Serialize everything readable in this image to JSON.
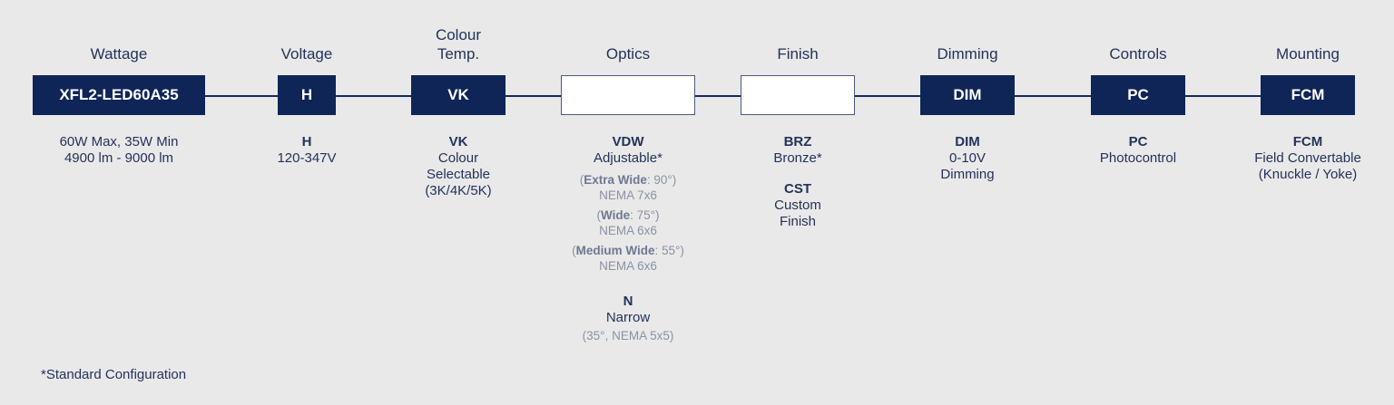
{
  "columns": [
    {
      "heading": "Wattage",
      "code": "XFL2-LED60A35",
      "options": [
        {
          "code": "",
          "text": "60W Max, 35W Min\n4900 lm  - 9000 lm"
        }
      ]
    },
    {
      "heading": "Voltage",
      "code": "H",
      "options": [
        {
          "code": "H",
          "text": "120-347V"
        }
      ]
    },
    {
      "heading": "Colour\nTemp.",
      "code": "VK",
      "options": [
        {
          "code": "VK",
          "text": "Colour\nSelectable\n(3K/4K/5K)"
        }
      ]
    },
    {
      "heading": "Optics",
      "code": "",
      "options": [
        {
          "code": "VDW",
          "text": "Adjustable*",
          "sub": [
            {
              "bold": "Extra Wide",
              "rest": ": 90°)",
              "nema": "NEMA 7x6"
            },
            {
              "bold": "Wide",
              "rest": ": 75°)",
              "nema": "NEMA 6x6"
            },
            {
              "bold": "Medium Wide",
              "rest": ": 55°)",
              "nema": "NEMA 6x6"
            }
          ]
        },
        {
          "code": "N",
          "text": "Narrow",
          "note": "(35°, NEMA 5x5)"
        }
      ]
    },
    {
      "heading": "Finish",
      "code": "",
      "options": [
        {
          "code": "BRZ",
          "text": "Bronze*"
        },
        {
          "code": "CST",
          "text": "Custom\nFinish"
        }
      ]
    },
    {
      "heading": "Dimming",
      "code": "DIM",
      "options": [
        {
          "code": "DIM",
          "text": "0-10V\nDimming"
        }
      ]
    },
    {
      "heading": "Controls",
      "code": "PC",
      "options": [
        {
          "code": "PC",
          "text": "Photocontrol"
        }
      ]
    },
    {
      "heading": "Mounting",
      "code": "FCM",
      "options": [
        {
          "code": "FCM",
          "text": "Field Convertable\n(Knuckle / Yoke)"
        }
      ]
    }
  ],
  "footnote": "*Standard Configuration"
}
